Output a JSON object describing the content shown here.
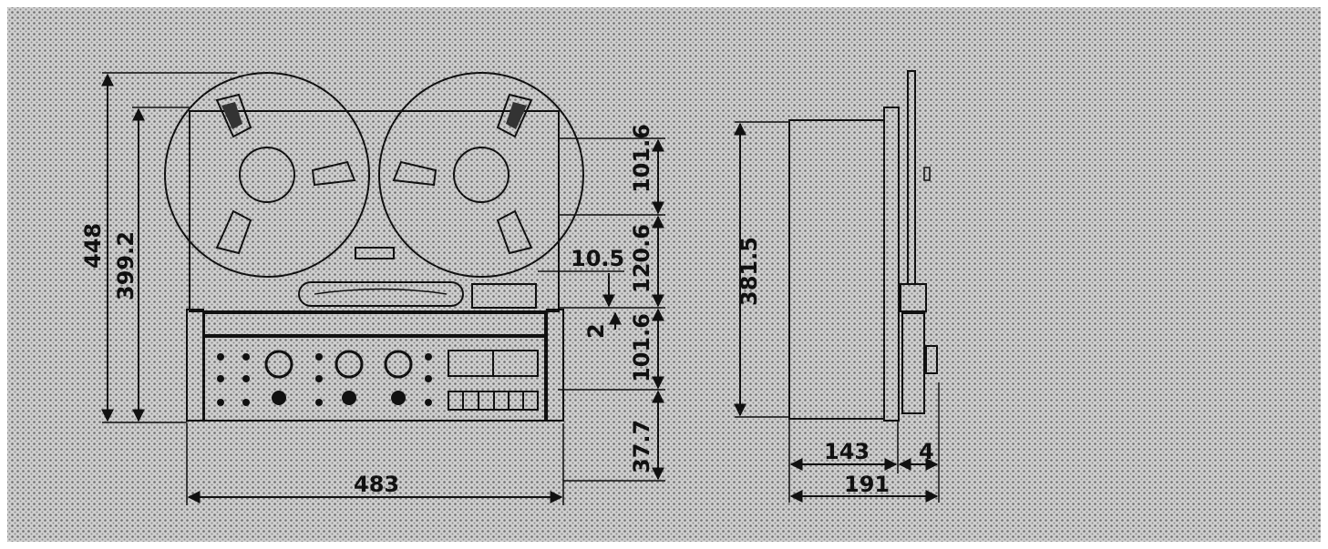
{
  "drawing": {
    "subject": "reel-to-reel tape recorder dimension drawing",
    "colors": {
      "ink": "#111111",
      "screen": "#9a9a9a",
      "paper": "#ffffff"
    },
    "front": {
      "width": "483",
      "height_overall": "448",
      "height_body": "399.2",
      "reel_panel": "101.6",
      "mid_section": "120.6",
      "lower_panel": "101.6",
      "offset": "10.5",
      "gap": "2",
      "bottom_margin": "37.7"
    },
    "side": {
      "height": "381.5",
      "depth_body": "143",
      "panel_thickness": "4",
      "depth_total": "191"
    }
  }
}
